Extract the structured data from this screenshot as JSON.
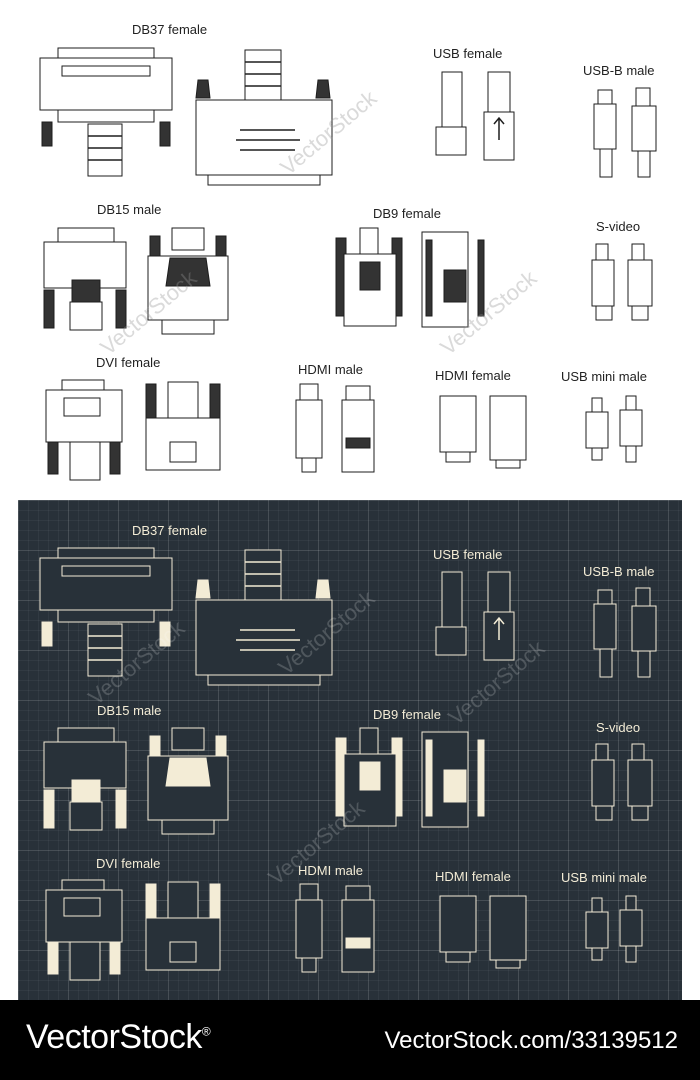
{
  "light_panel": {
    "labels": {
      "db37": "DB37 female",
      "usb": "USB female",
      "usbb": "USB-B male",
      "db15": "DB15 male",
      "db9": "DB9 female",
      "svideo": "S-video",
      "dvi": "DVI female",
      "hdmi_m": "HDMI male",
      "hdmi_f": "HDMI female",
      "usbmini": "USB mini male"
    }
  },
  "dark_panel": {
    "labels": {
      "db37": "DB37 female",
      "usb": "USB female",
      "usbb": "USB-B male",
      "db15": "DB15 male",
      "db9": "DB9 female",
      "svideo": "S-video",
      "dvi": "DVI female",
      "hdmi_m": "HDMI male",
      "hdmi_f": "HDMI female",
      "usbmini": "USB mini male"
    }
  },
  "watermark": "VectorStock",
  "footer": {
    "brand": "VectorStock",
    "registered": "®",
    "image_id": "VectorStock.com/33139512"
  },
  "colors": {
    "dark_background": "#283139",
    "dark_lines": "#f3ecd6",
    "light_lines": "#1e1e1e",
    "footer_background": "#000000"
  }
}
